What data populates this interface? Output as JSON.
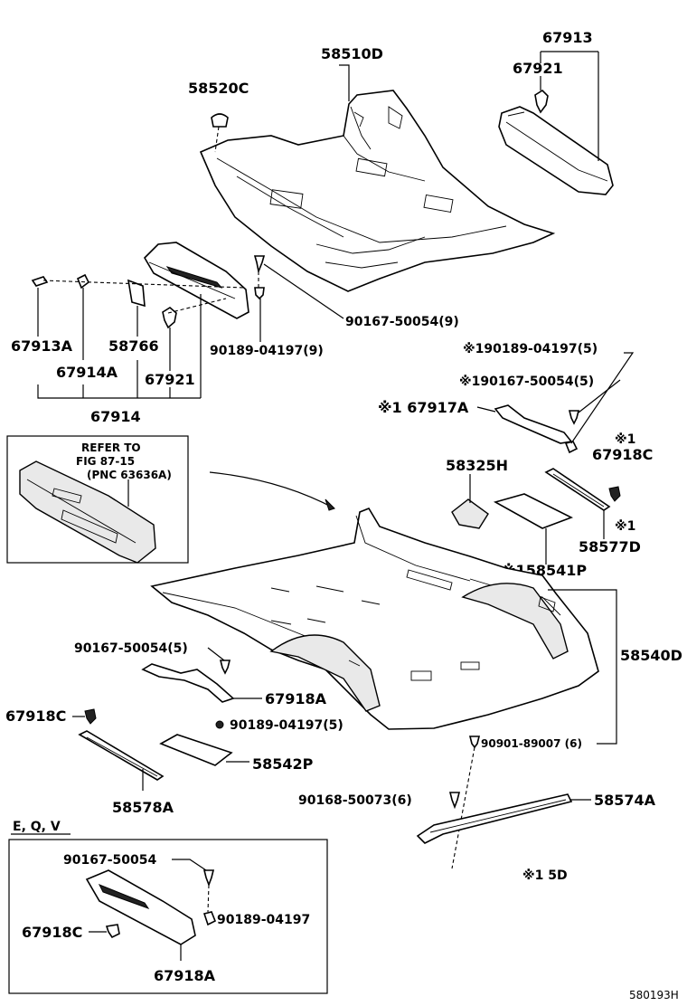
{
  "labels": {
    "p58510D": "58510D",
    "p58520C": "58520C",
    "p67913": "67913",
    "p67921_top": "67921",
    "p90167_9": "90167-50054(9)",
    "p90189_9": "90189-04197(9)",
    "p67913A": "67913A",
    "p58766": "58766",
    "p67914A": "67914A",
    "p67921_left": "67921",
    "p67914": "67914",
    "p90189_5_star": "※190189-04197(5)",
    "p90167_5_star": "※190167-50054(5)",
    "p67917A": "※1 67917A",
    "p67918C_star_mark": "※1",
    "p67918C_right": "67918C",
    "p58325H": "58325H",
    "p58577D_star": "※1",
    "p58577D": "58577D",
    "p58541P": "※158541P",
    "p58540D": "58540D",
    "p90167_5_left": "90167-50054(5)",
    "p67918A_mid": "67918A",
    "p67918C_left": "67918C",
    "p90189_5_mid": "90189-04197(5)",
    "p90901_6": "90901-89007 (6)",
    "p58542P": "58542P",
    "p58578A": "58578A",
    "p90168_6": "90168-50073(6)",
    "p58574A": "58574A",
    "note_5d": "※1   5D",
    "variant_eqv": "E, Q, V",
    "inset_90167": "90167-50054",
    "inset_90189": "90189-04197",
    "inset_67918C": "67918C",
    "inset_67918A": "67918A",
    "diagram_code": "580193H"
  },
  "refer_box": {
    "line1": "REFER TO",
    "line2": "FIG 87-15",
    "line3": "(PNC 63636A)"
  }
}
